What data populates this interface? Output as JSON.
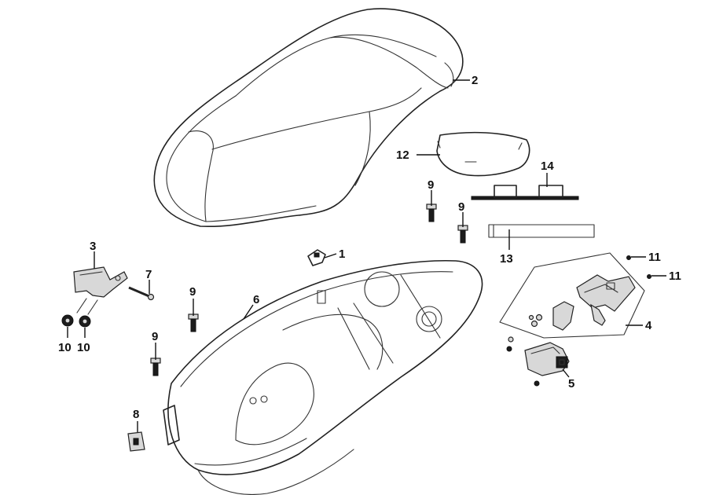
{
  "callouts": [
    {
      "id": "c1",
      "label": "1"
    },
    {
      "id": "c2",
      "label": "2"
    },
    {
      "id": "c3",
      "label": "3"
    },
    {
      "id": "c4",
      "label": "4"
    },
    {
      "id": "c5",
      "label": "5"
    },
    {
      "id": "c6",
      "label": "6"
    },
    {
      "id": "c7",
      "label": "7"
    },
    {
      "id": "c8",
      "label": "8"
    },
    {
      "id": "c9a",
      "label": "9"
    },
    {
      "id": "c9b",
      "label": "9"
    },
    {
      "id": "c9c",
      "label": "9"
    },
    {
      "id": "c9d",
      "label": "9"
    },
    {
      "id": "c10a",
      "label": "10"
    },
    {
      "id": "c10b",
      "label": "10"
    },
    {
      "id": "c11a",
      "label": "11"
    },
    {
      "id": "c11b",
      "label": "11"
    },
    {
      "id": "c12",
      "label": "12"
    },
    {
      "id": "c13",
      "label": "13"
    },
    {
      "id": "c14",
      "label": "14"
    }
  ]
}
